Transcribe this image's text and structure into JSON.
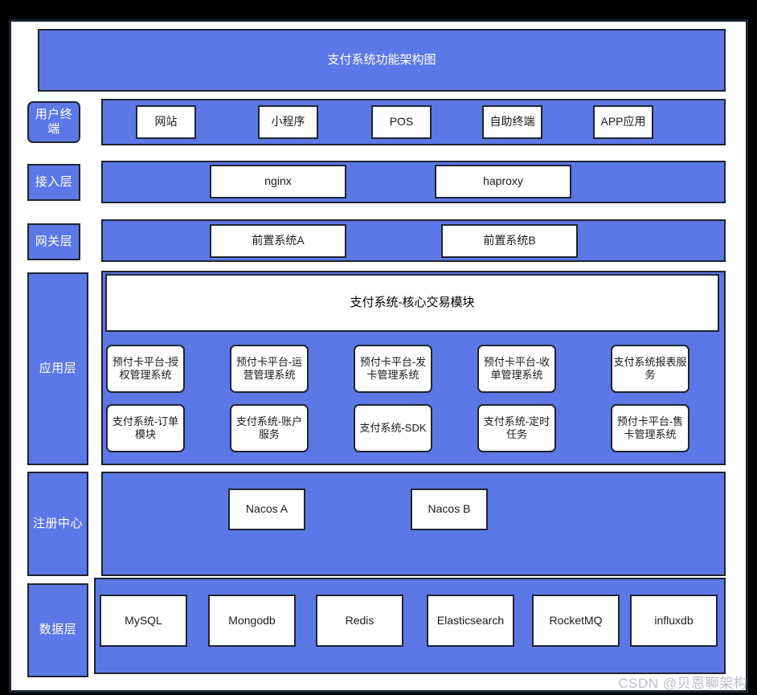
{
  "diagram": {
    "title": "支付系统功能架构图",
    "watermark": "CSDN @贝恩聊架构",
    "accent_blue": "#5c78e6",
    "border_color": "#1e2430",
    "node_fill": "#ffffff"
  },
  "layers": {
    "user_terminal": {
      "label": "用户终端",
      "nodes": [
        "网站",
        "小程序",
        "POS",
        "自助终端",
        "APP应用"
      ]
    },
    "access": {
      "label": "接入层",
      "nodes": [
        "nginx",
        "haproxy"
      ]
    },
    "gateway": {
      "label": "网关层",
      "nodes": [
        "前置系统A",
        "前置系统B"
      ]
    },
    "application": {
      "label": "应用层",
      "core_module": "支付系统-核心交易模块",
      "row1": [
        "预付卡平台-授权管理系统",
        "预付卡平台-运营管理系统",
        "预付卡平台-发卡管理系统",
        "预付卡平台-收单管理系统",
        "支付系统报表服务"
      ],
      "row2": [
        "支付系统-订单模块",
        "支付系统-账户服务",
        "支付系统-SDK",
        "支付系统-定时任务",
        "预付卡平台-售卡管理系统"
      ]
    },
    "registry": {
      "label": "注册中心",
      "nodes": [
        "Nacos A",
        "Nacos B"
      ]
    },
    "data": {
      "label": "数据层",
      "nodes": [
        "MySQL",
        "Mongodb",
        "Redis",
        "Elasticsearch",
        "RocketMQ",
        "influxdb"
      ]
    }
  }
}
